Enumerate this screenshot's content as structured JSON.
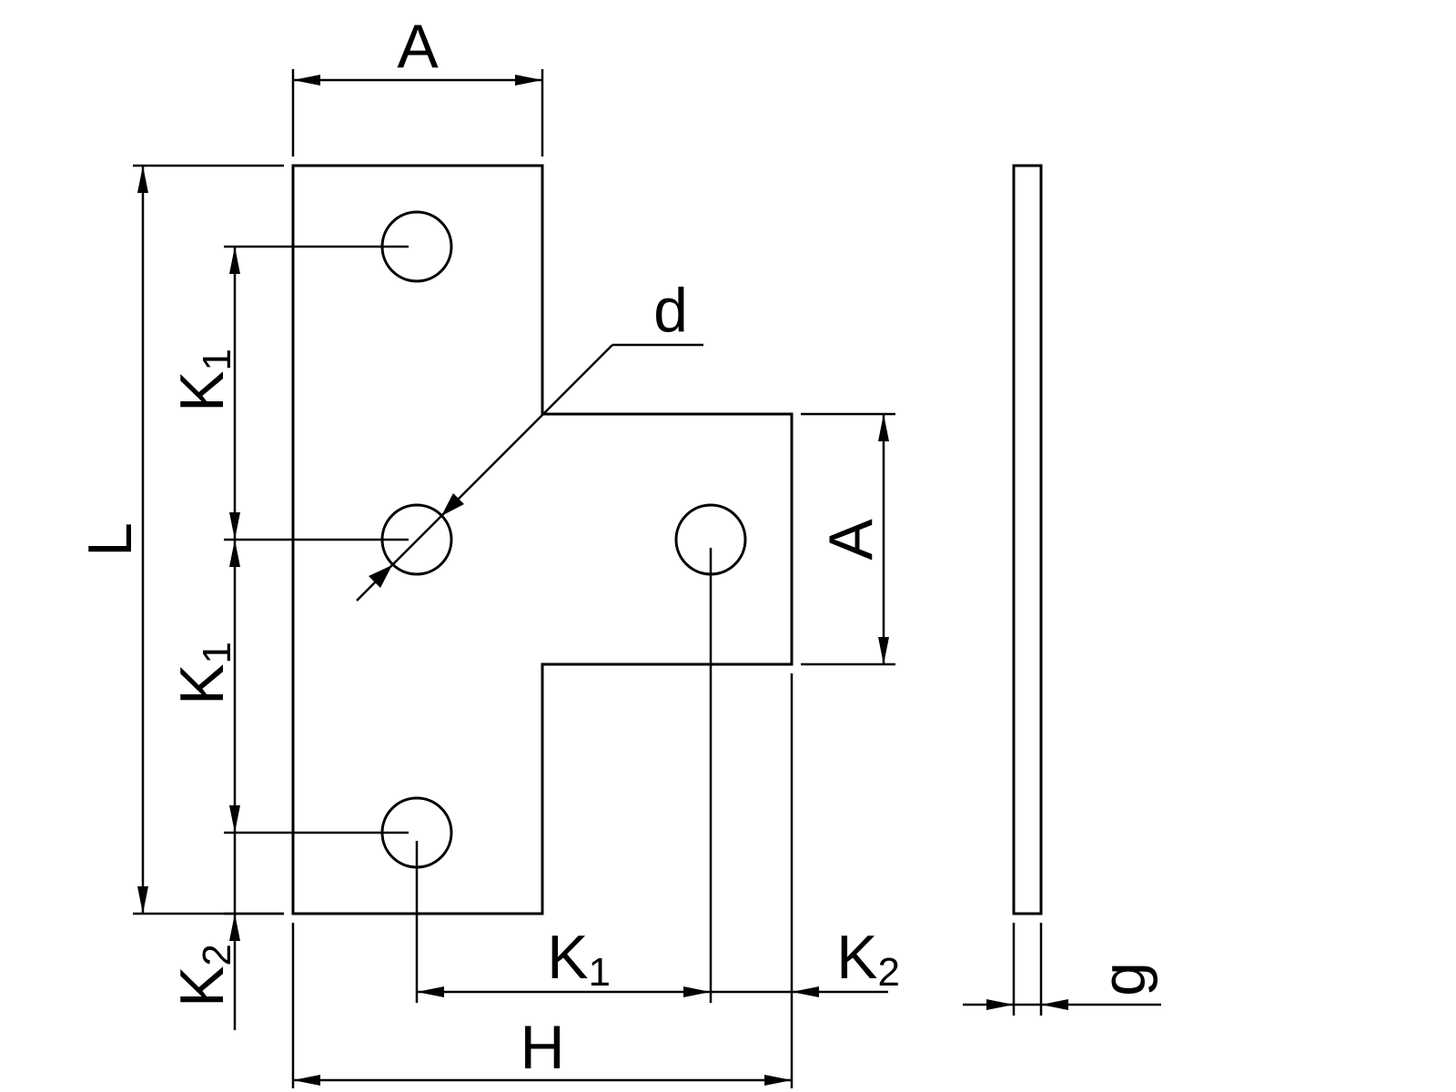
{
  "labels": {
    "A_top": "A",
    "A_right": "A",
    "L": "L",
    "K1_upper": "K",
    "K1_upper_sub": "1",
    "K1_lower": "K",
    "K1_lower_sub": "1",
    "K2_left": "K",
    "K2_left_sub": "2",
    "K1_bottom": "K",
    "K1_bottom_sub": "1",
    "K2_bottom": "K",
    "K2_bottom_sub": "2",
    "H": "H",
    "d": "d",
    "g": "g"
  }
}
